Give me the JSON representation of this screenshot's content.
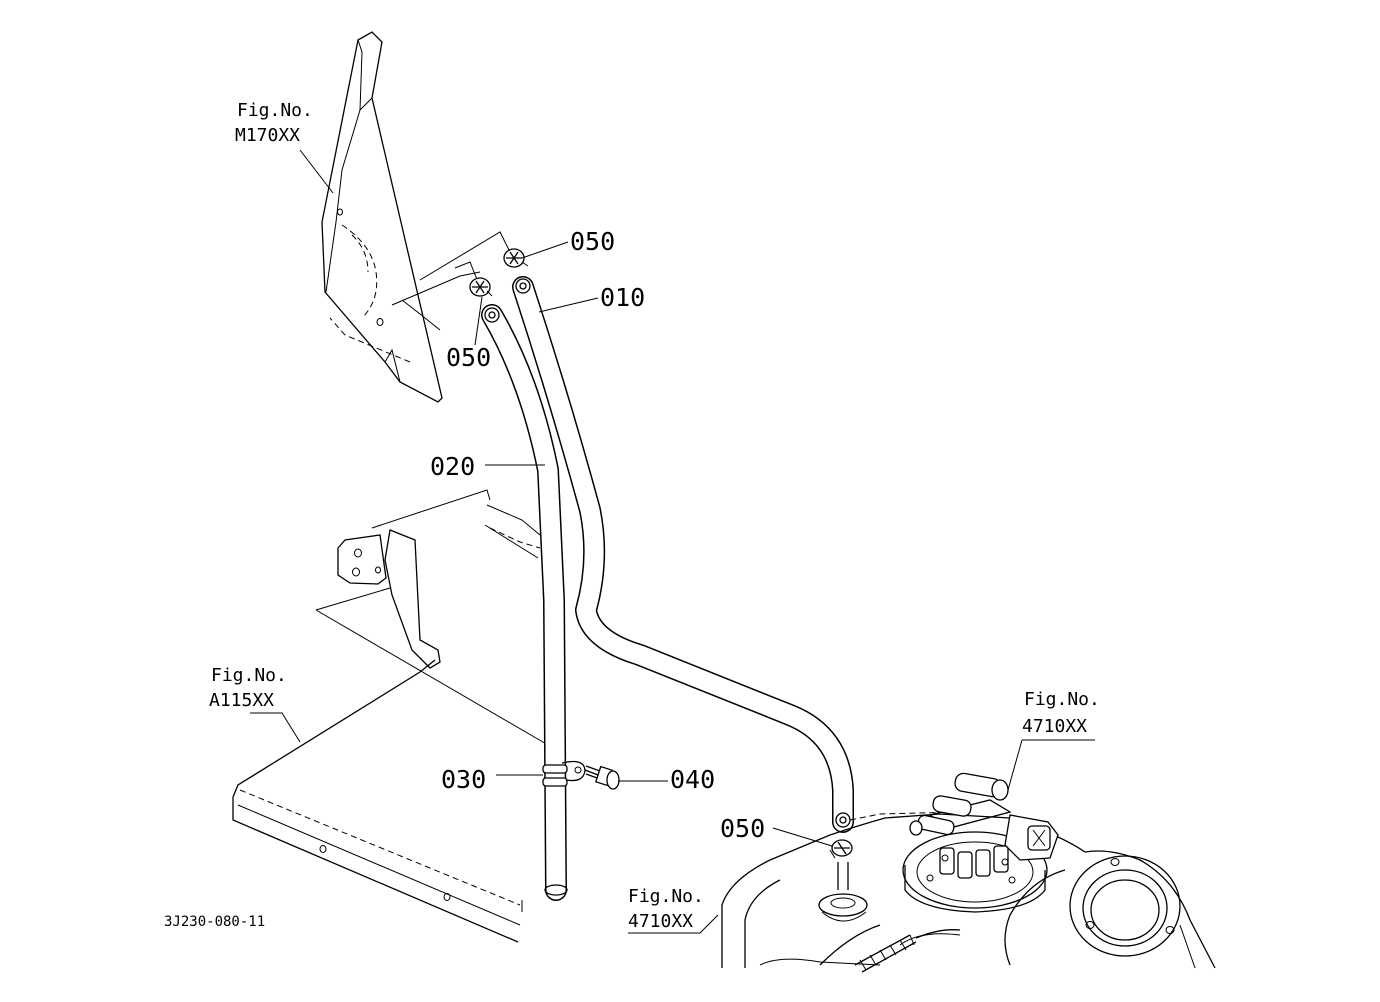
{
  "labels": {
    "p010": "010",
    "p020": "020",
    "p030": "030",
    "p040": "040",
    "p050_top": "050",
    "p050_left": "050",
    "p050_bottom": "050"
  },
  "fig_refs": {
    "m170": {
      "line1": "Fig.No.",
      "line2": "M170XX"
    },
    "a115": {
      "line1": "Fig.No.",
      "line2": "A115XX"
    },
    "f4710_upper": {
      "line1": "Fig.No.",
      "line2": "4710XX"
    },
    "f4710_lower": {
      "line1": "Fig.No.",
      "line2": "4710XX"
    }
  },
  "drawing_code": "3J230-080-11"
}
